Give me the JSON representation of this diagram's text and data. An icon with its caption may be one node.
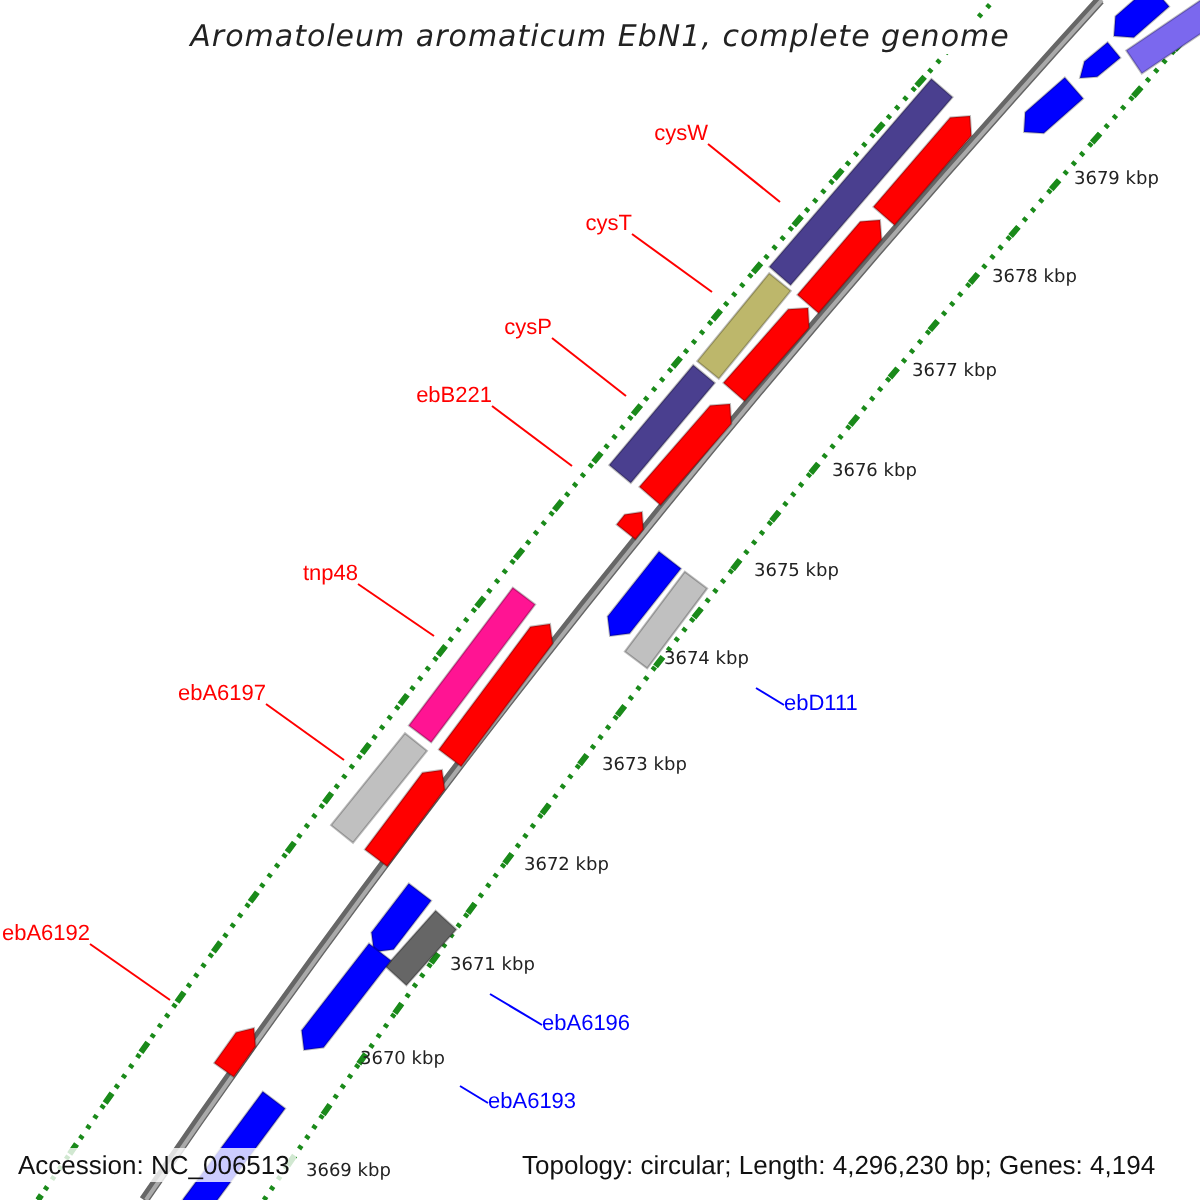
{
  "diagram": {
    "title": "Aromatoleum aromaticum EbN1, complete genome",
    "nodes": [
      {
        "text": [
          "cysW"
        ]
      },
      {
        "text": [
          "cysT"
        ]
      },
      {
        "text": [
          "cysP"
        ]
      },
      {
        "text": [
          "ebB221"
        ]
      },
      {
        "text": [
          "tnp48"
        ]
      },
      {
        "text": [
          "ebA6197"
        ]
      },
      {
        "text": [
          "ebD111"
        ]
      },
      {
        "text": [
          "ebA6192"
        ]
      },
      {
        "text": [
          "ebA6196"
        ]
      },
      {
        "text": [
          "ebA6193"
        ]
      }
    ],
    "edges": [
      {
        "from": 0,
        "to": null,
        "arrow": "none"
      },
      {
        "from": 1,
        "to": null,
        "arrow": "none"
      },
      {
        "from": 2,
        "to": null,
        "arrow": "none"
      },
      {
        "from": 3,
        "to": null,
        "arrow": "none"
      },
      {
        "from": 4,
        "to": null,
        "arrow": "none"
      },
      {
        "from": 5,
        "to": null,
        "arrow": "none"
      },
      {
        "from": 6,
        "to": null,
        "arrow": "none",
        "color": "#0000ff"
      },
      {
        "from": 7,
        "to": null,
        "arrow": "none"
      },
      {
        "from": 8,
        "to": null,
        "arrow": "none",
        "color": "#0000ff"
      },
      {
        "from": 9,
        "to": null,
        "arrow": "none",
        "color": "#0000ff"
      }
    ],
    "labels": [
      "3679 kbp",
      "3678 kbp",
      "3677 kbp",
      "3676 kbp",
      "3675 kbp",
      "3674 kbp",
      "3673 kbp",
      "3672 kbp",
      "3671 kbp",
      "3670 kbp",
      "3669 kbp",
      "Accession: NC_006513",
      "Topology: circular; Length: 4,296,230 bp; Genes: 4,194"
    ]
  }
}
